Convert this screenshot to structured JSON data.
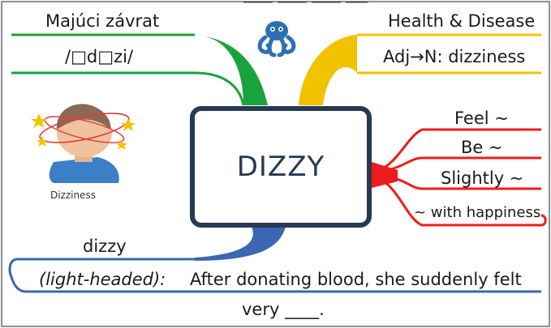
{
  "center_word": "DIZZY",
  "top_left": {
    "title": "Majúci závrat",
    "subtitle": "/□d□zi/"
  },
  "top_right": {
    "title": "Health & Disease",
    "subtitle": "Adj→N: dizziness"
  },
  "right_branch": [
    "Feel ~",
    "Be ~",
    "Slightly ~",
    "~ with happiness"
  ],
  "image_caption": "Dizziness",
  "bottom": {
    "word": "dizzy",
    "meaning": "(light-headed):",
    "sentence_line1": "After donating blood, she suddenly felt",
    "sentence_line2": "very ____."
  },
  "colors": {
    "green": "#1aa33c",
    "yellow": "#f2c200",
    "red": "#ee1c1c",
    "blue": "#3b67b4",
    "center": "#263a52",
    "logo": "#2d6fb5"
  }
}
